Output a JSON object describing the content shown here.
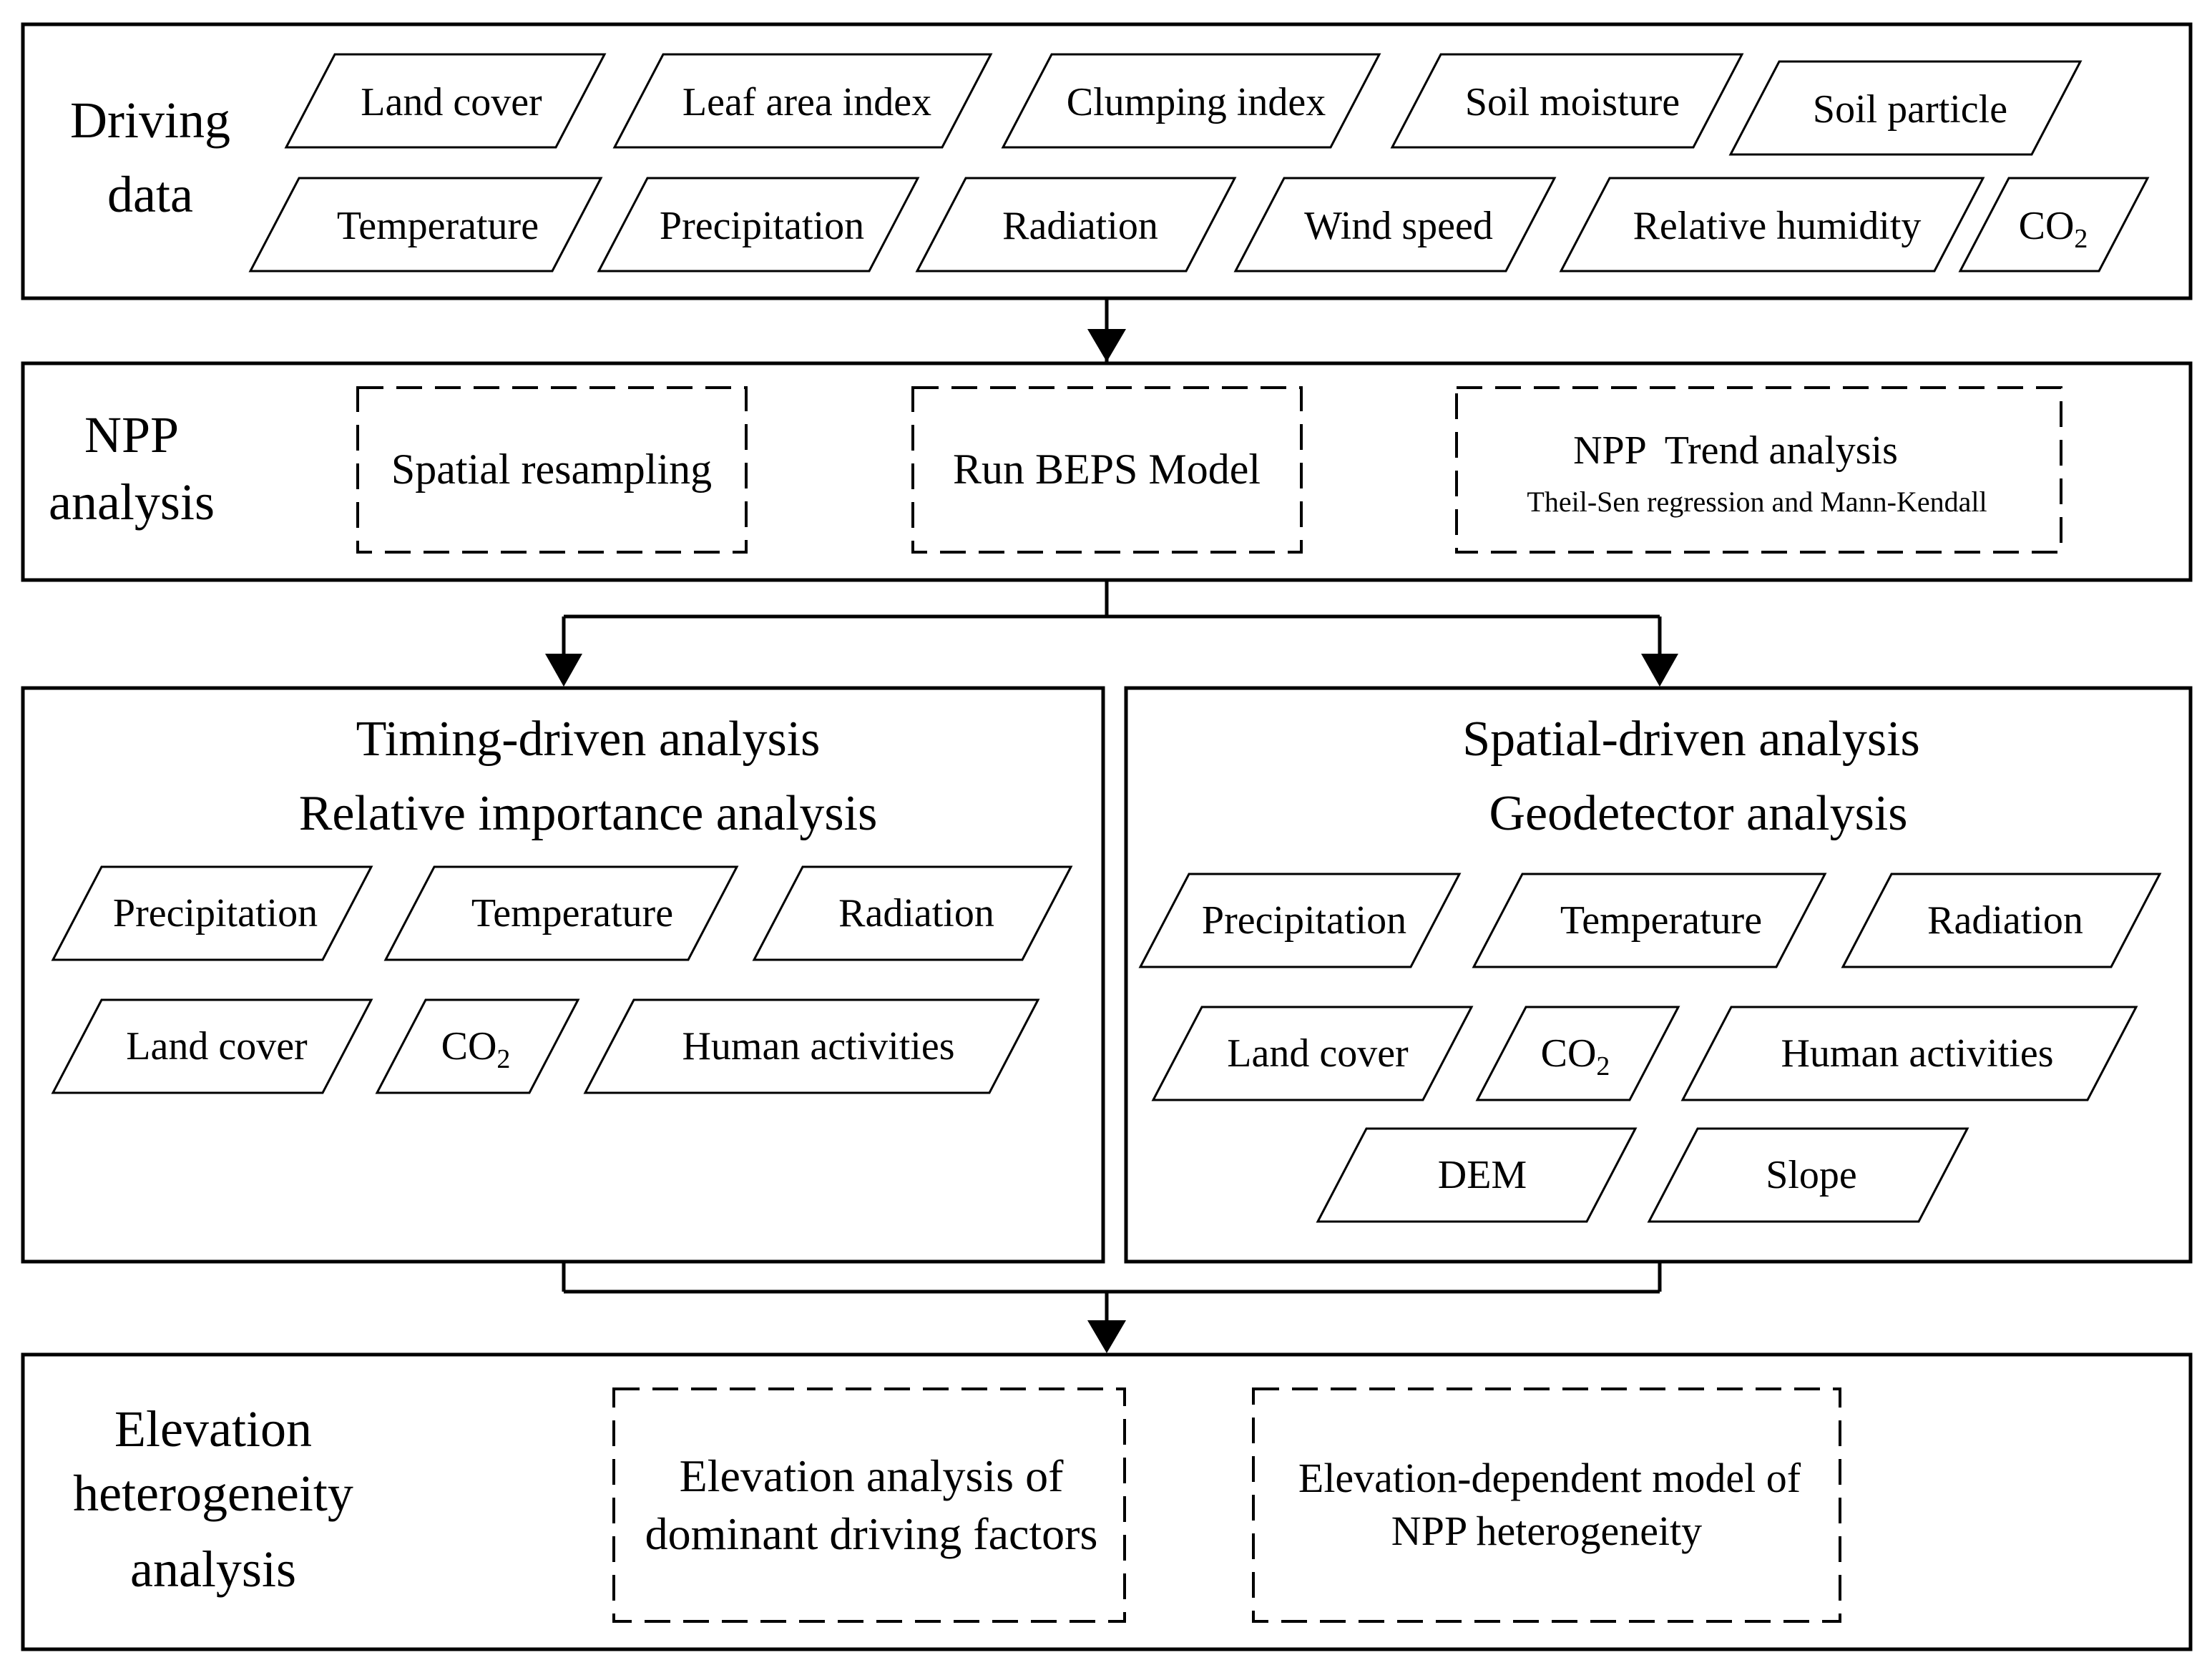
{
  "driving": {
    "title": [
      "Driving",
      "data"
    ],
    "row1": [
      "Land cover",
      "Leaf area index",
      "Clumping index",
      "Soil moisture",
      "Soil particle"
    ],
    "row2": [
      "Temperature",
      "Precipitation",
      "Radiation",
      "Wind speed",
      "Relative humidity"
    ],
    "co2": {
      "base": "CO",
      "sub": "2"
    }
  },
  "npp": {
    "title": [
      "NPP",
      "analysis"
    ],
    "boxes": {
      "resampling": "Spatial resampling",
      "beps": "Run BEPS Model",
      "trend_title": "NPP  Trend analysis",
      "trend_sub": "Theil-Sen regression and Mann-Kendall"
    }
  },
  "timing": {
    "title": [
      "Timing-driven analysis",
      "Relative importance analysis"
    ],
    "row1": [
      "Precipitation",
      "Temperature",
      "Radiation"
    ],
    "row2_first": "Land cover",
    "co2": {
      "base": "CO",
      "sub": "2"
    },
    "row2_last": "Human activities"
  },
  "spatial": {
    "title": [
      "Spatial-driven analysis",
      "Geodetector analysis"
    ],
    "row1": [
      "Precipitation",
      "Temperature",
      "Radiation"
    ],
    "row2_first": "Land cover",
    "co2": {
      "base": "CO",
      "sub": "2"
    },
    "row2_last": "Human activities",
    "row3": [
      "DEM",
      "Slope"
    ]
  },
  "elevation": {
    "title": [
      "Elevation",
      "heterogeneity",
      "analysis"
    ],
    "box1": [
      "Elevation analysis of",
      "dominant driving factors"
    ],
    "box2": [
      "Elevation-dependent model of",
      "NPP heterogeneity"
    ]
  }
}
